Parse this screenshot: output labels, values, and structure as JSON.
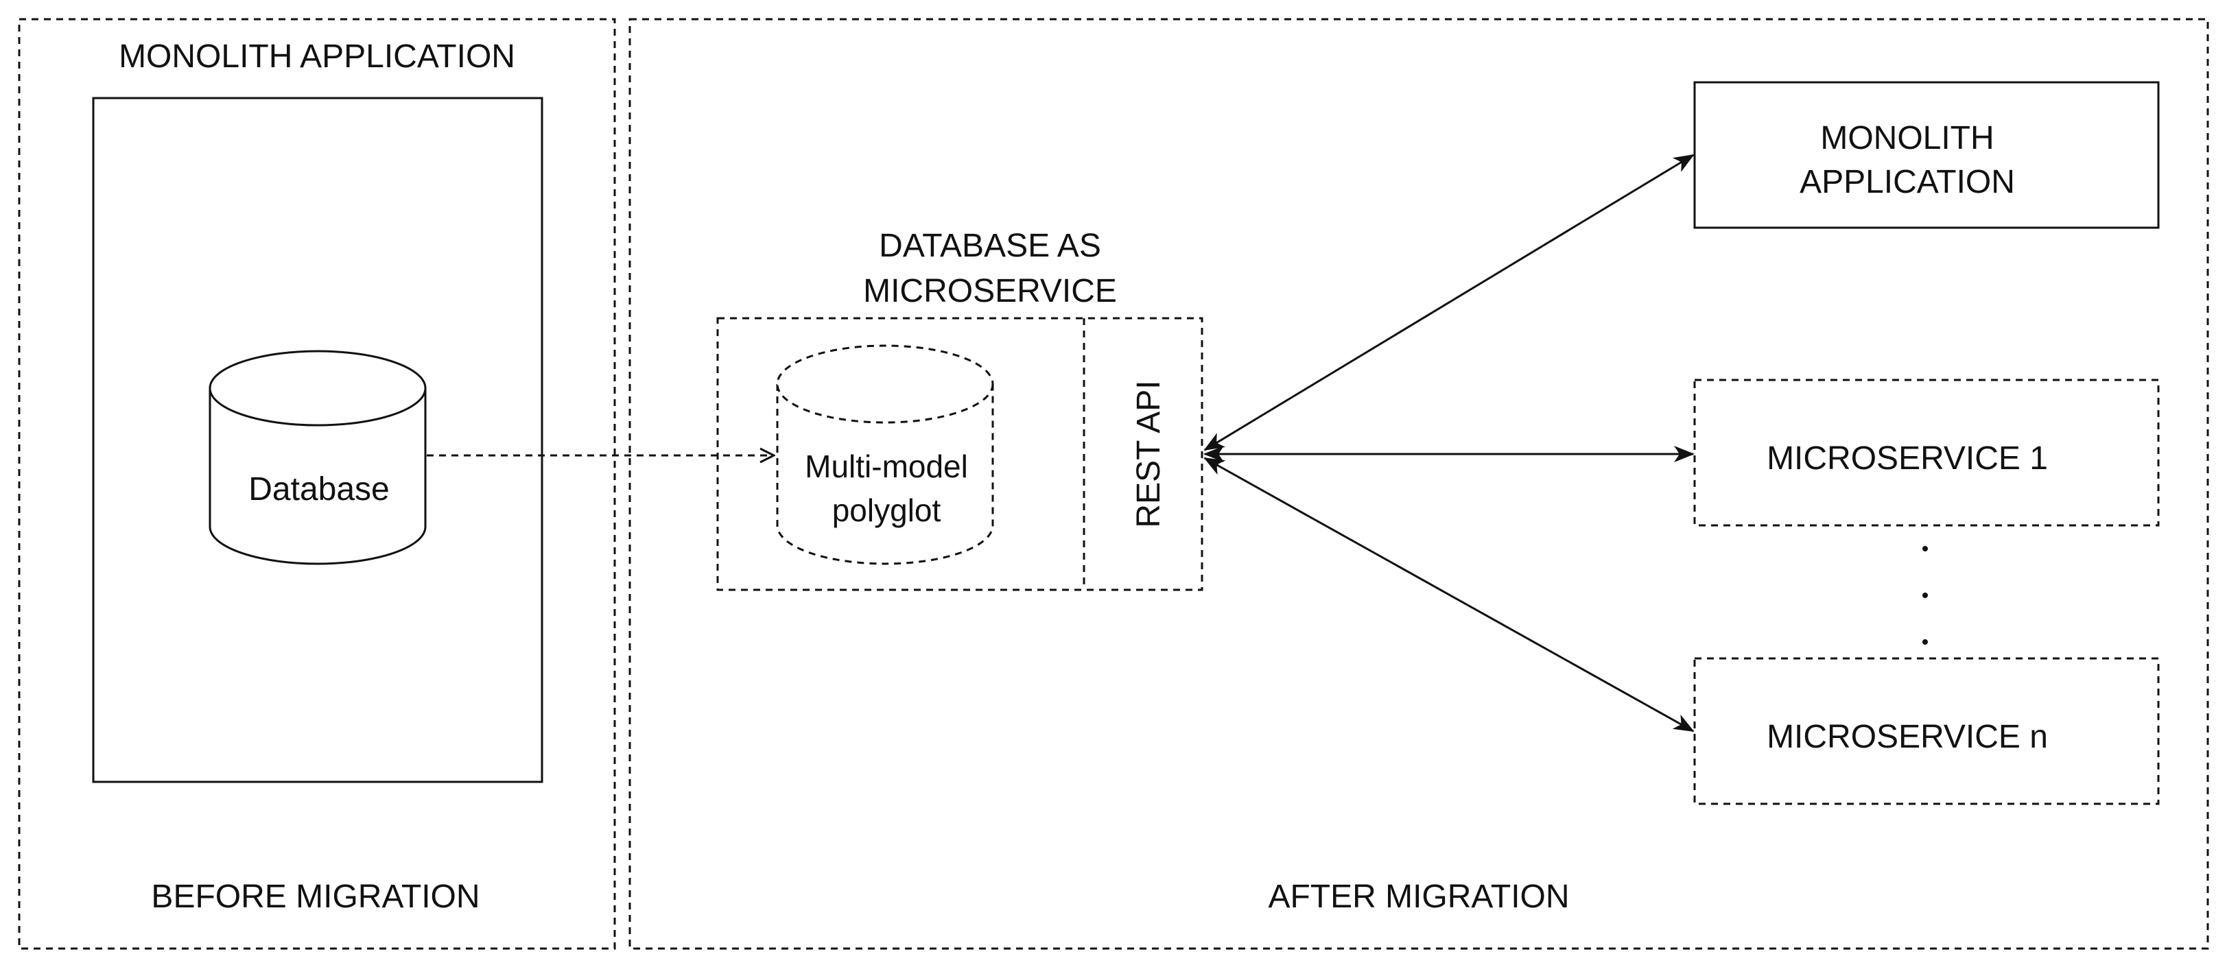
{
  "colors": {
    "stroke": "#111111",
    "background": "#ffffff",
    "text": "#111111"
  },
  "panels": {
    "before": {
      "title": "MONOLITH APPLICATION",
      "footer": "BEFORE MIGRATION",
      "database_label": "Database"
    },
    "after": {
      "footer": "AFTER MIGRATION",
      "db_service_title_line1": "DATABASE AS",
      "db_service_title_line2": "MICROSERVICE",
      "polyglot_line1": "Multi-model",
      "polyglot_line2": "polyglot",
      "rest_api_label": "REST API",
      "targets": [
        {
          "line1": "MONOLITH",
          "line2": "APPLICATION",
          "style": "solid"
        },
        {
          "line1": "MICROSERVICE 1",
          "line2": "",
          "style": "dashed"
        },
        {
          "line1": "MICROSERVICE n",
          "line2": "",
          "style": "dashed"
        }
      ]
    }
  },
  "icons": {
    "database": "cylinder-database-icon",
    "polyglot": "dashed-cylinder-icon",
    "ellipsis": "vertical-dots-icon"
  }
}
